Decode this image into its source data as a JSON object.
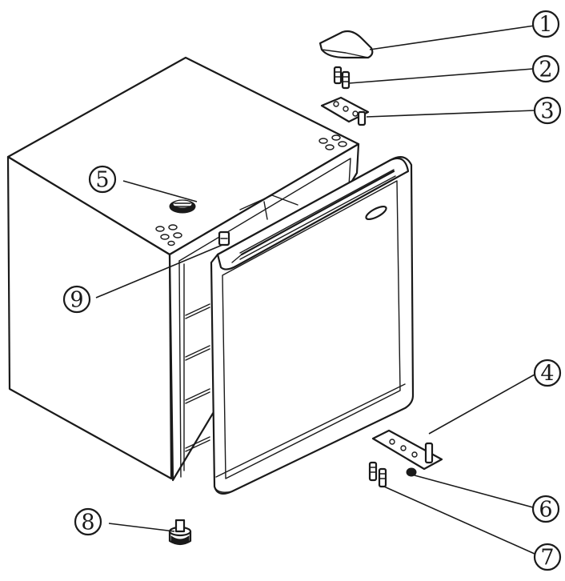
{
  "callouts": [
    {
      "id": "1",
      "label": "1",
      "part": "hinge-cover"
    },
    {
      "id": "2",
      "label": "2",
      "part": "screws"
    },
    {
      "id": "3",
      "label": "3",
      "part": "top-hinge"
    },
    {
      "id": "4",
      "label": "4",
      "part": "bottom-hinge"
    },
    {
      "id": "5",
      "label": "5",
      "part": "hole-plug"
    },
    {
      "id": "6",
      "label": "6",
      "part": "hinge-pin-washer"
    },
    {
      "id": "7",
      "label": "7",
      "part": "screws"
    },
    {
      "id": "8",
      "label": "8",
      "part": "adjustable-foot"
    },
    {
      "id": "9",
      "label": "9",
      "part": "door-stop"
    }
  ],
  "colors": {
    "line": "#1a1a1a",
    "background": "#ffffff"
  }
}
